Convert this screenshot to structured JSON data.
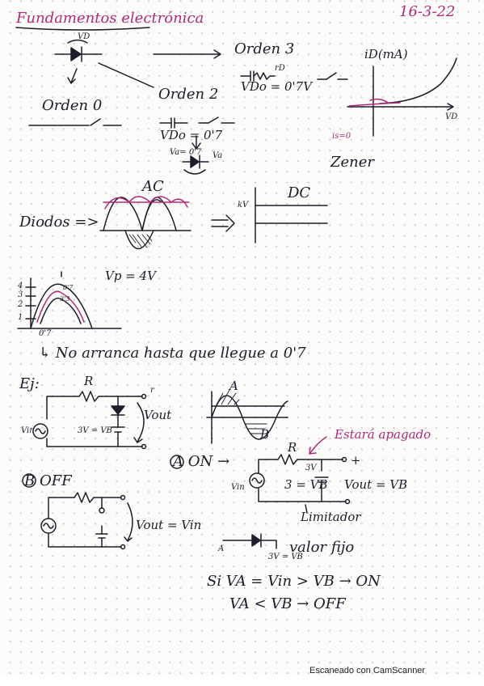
{
  "note": {
    "title": "Fundamentos electrónica",
    "date": "16-3-22",
    "labels": {
      "vd_top": "VD",
      "orden3": "Orden 3",
      "rd": "rD",
      "vdo3": "VDo = 0'7V",
      "orden0": "Orden 0",
      "orden2": "Orden 2",
      "vdo2": "VDo = 0'7",
      "va07": "Va= 0'7",
      "va_right": "Va",
      "id_axis": "iD(mA)",
      "vd_axis": "VD",
      "is": "is=0",
      "zener": "Zener",
      "ac": "AC",
      "dc": "DC",
      "kv": "kV",
      "diodos": "Diodos =>",
      "arrow_eq": "=>",
      "vp": "Vp = 4V",
      "t4": "4",
      "t3": "3",
      "t2": "2",
      "t1": "1",
      "t07": "0'7",
      "w07": "0'7",
      "w33": "3'3",
      "no_arranca": "↳ No arranca hasta que llegue a 0'7",
      "ej": "Ej:",
      "r1": "R",
      "r_node": "r",
      "vout1": "Vout",
      "vin1": "Vin",
      "three_vb1": "3V = VB",
      "wave_a": "A",
      "wave_b": "B",
      "a_on": "A  ON →",
      "estara": "Estará apagado",
      "r2": "R",
      "plus": "+",
      "vin2": "Vin",
      "three_vb2": "3 = VB",
      "three_v": "3V",
      "vout_vb": "Vout = VB",
      "limitador": "Limitador",
      "b_off": "B  OFF",
      "vout_vin": "Vout = Vin",
      "a_small": "A",
      "valor_fijo": "valor fijo",
      "three_vb3": "3V = VB",
      "si_on": "Si  VA = Vin > VB → ON",
      "off_line": "VA < VB → OFF"
    }
  },
  "footer": {
    "text": "Escaneado con CamScanner"
  }
}
